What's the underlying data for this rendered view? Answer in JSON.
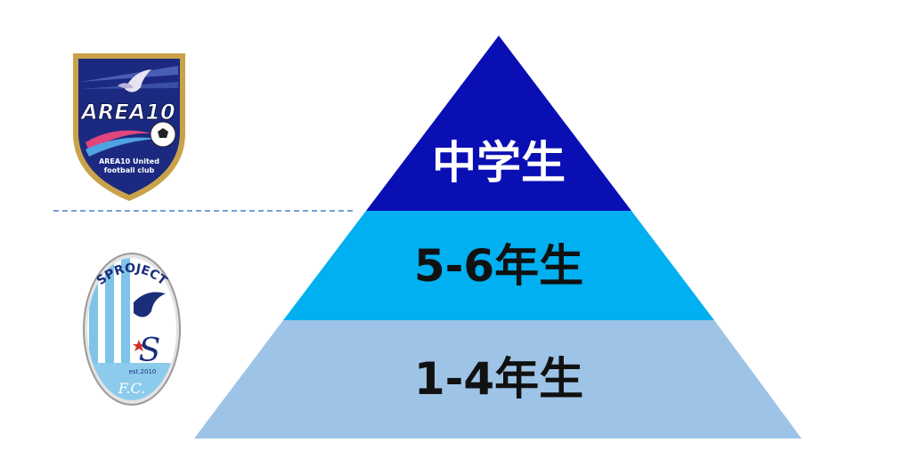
{
  "tiers": [
    {
      "label": "中学生",
      "color": "#0A0FB4",
      "text_color": "#ffffff"
    },
    {
      "label": "5-6年生",
      "color": "#00B0F0",
      "text_color": "#111111"
    },
    {
      "label": "1-4年生",
      "color": "#9DC3E6",
      "text_color": "#111111"
    }
  ],
  "logos": {
    "area10": {
      "wordmark": "AREA10",
      "subtitle_line1": "AREA10 United",
      "subtitle_line2": "football club",
      "colors": {
        "navy": "#1B2A80",
        "gold": "#C9A24A",
        "accent": "#E0457B"
      }
    },
    "sproject": {
      "arc_text": "SPROJECT",
      "est": "est.2010",
      "fc": "F.C.",
      "colors": {
        "sky": "#7FC3E8",
        "navy": "#1B2E7A",
        "red": "#D32F2F"
      }
    }
  },
  "divider_color": "#4A7EC7"
}
